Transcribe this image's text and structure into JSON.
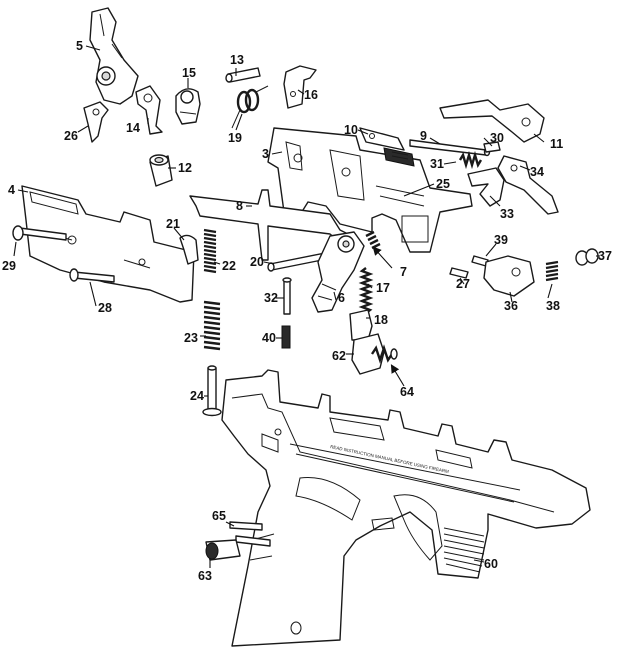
{
  "frame_marking": "READ INSTRUCTION MANUAL BEFORE USING FIREARM",
  "parts": [
    {
      "id": "5",
      "label": "5"
    },
    {
      "id": "13",
      "label": "13"
    },
    {
      "id": "15",
      "label": "15"
    },
    {
      "id": "16",
      "label": "16"
    },
    {
      "id": "26",
      "label": "26"
    },
    {
      "id": "14",
      "label": "14"
    },
    {
      "id": "19",
      "label": "19"
    },
    {
      "id": "10",
      "label": "10"
    },
    {
      "id": "9",
      "label": "9"
    },
    {
      "id": "30",
      "label": "30"
    },
    {
      "id": "11",
      "label": "11"
    },
    {
      "id": "3",
      "label": "3"
    },
    {
      "id": "12",
      "label": "12"
    },
    {
      "id": "31",
      "label": "31"
    },
    {
      "id": "34",
      "label": "34"
    },
    {
      "id": "4",
      "label": "4"
    },
    {
      "id": "25",
      "label": "25"
    },
    {
      "id": "33",
      "label": "33"
    },
    {
      "id": "8",
      "label": "8"
    },
    {
      "id": "21",
      "label": "21"
    },
    {
      "id": "22",
      "label": "22"
    },
    {
      "id": "29",
      "label": "29"
    },
    {
      "id": "20",
      "label": "20"
    },
    {
      "id": "39",
      "label": "39"
    },
    {
      "id": "37",
      "label": "37"
    },
    {
      "id": "7",
      "label": "7"
    },
    {
      "id": "27",
      "label": "27"
    },
    {
      "id": "17",
      "label": "17"
    },
    {
      "id": "6",
      "label": "6"
    },
    {
      "id": "28",
      "label": "28"
    },
    {
      "id": "32",
      "label": "32"
    },
    {
      "id": "36",
      "label": "36"
    },
    {
      "id": "38",
      "label": "38"
    },
    {
      "id": "18",
      "label": "18"
    },
    {
      "id": "23",
      "label": "23"
    },
    {
      "id": "40",
      "label": "40"
    },
    {
      "id": "62",
      "label": "62"
    },
    {
      "id": "64",
      "label": "64"
    },
    {
      "id": "24",
      "label": "24"
    },
    {
      "id": "65",
      "label": "65"
    },
    {
      "id": "60",
      "label": "60"
    },
    {
      "id": "63",
      "label": "63"
    }
  ]
}
